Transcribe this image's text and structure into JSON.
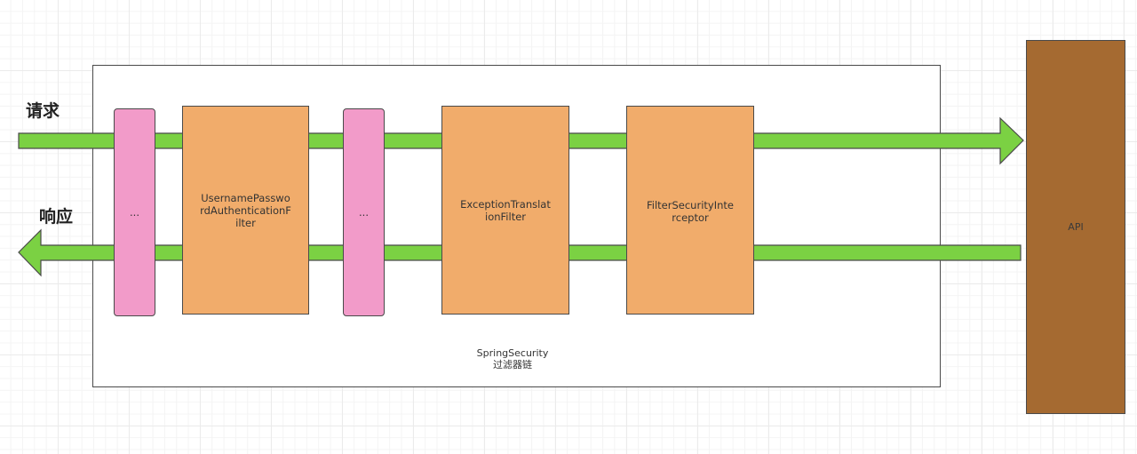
{
  "diagram": {
    "request_label": "请求",
    "response_label": "响应",
    "container": {
      "title_line1": "SpringSecurity",
      "title_line2": "过滤器链"
    },
    "filters": [
      {
        "label": "...",
        "kind": "placeholder"
      },
      {
        "label": "UsernamePasswordAuthenticationFilter",
        "kind": "filter"
      },
      {
        "label": "...",
        "kind": "placeholder"
      },
      {
        "label": "ExceptionTranslationFilter",
        "kind": "filter"
      },
      {
        "label": "FilterSecurityInterceptor",
        "kind": "filter"
      }
    ],
    "api_label": "API",
    "colors": {
      "arrow": "#7bd143",
      "placeholder": "#f29bc9",
      "filter": "#f1ac6b",
      "api": "#a56a31",
      "stroke": "#4a4a4a"
    }
  }
}
